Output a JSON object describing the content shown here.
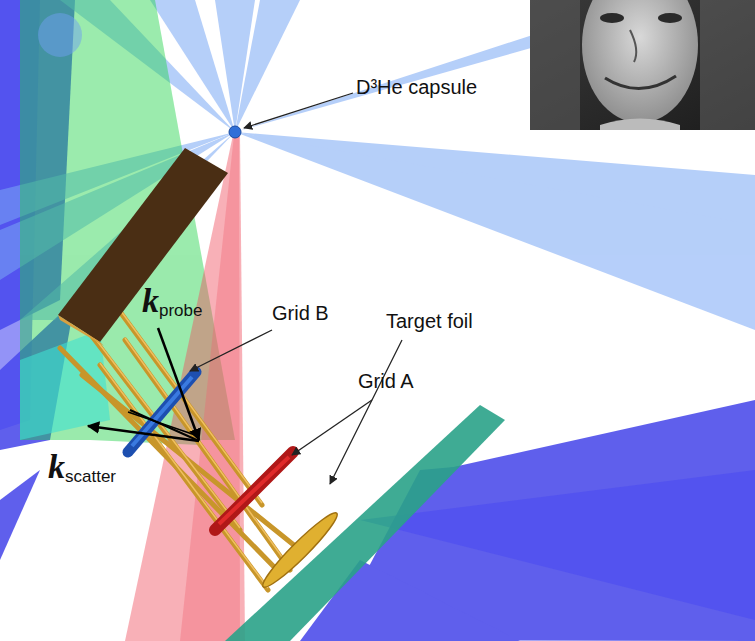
{
  "diagram": {
    "labels": [
      "D³He capsule",
      "kprobe",
      "Grid B",
      "Grid A",
      "Target foil",
      "kscatter"
    ]
  }
}
